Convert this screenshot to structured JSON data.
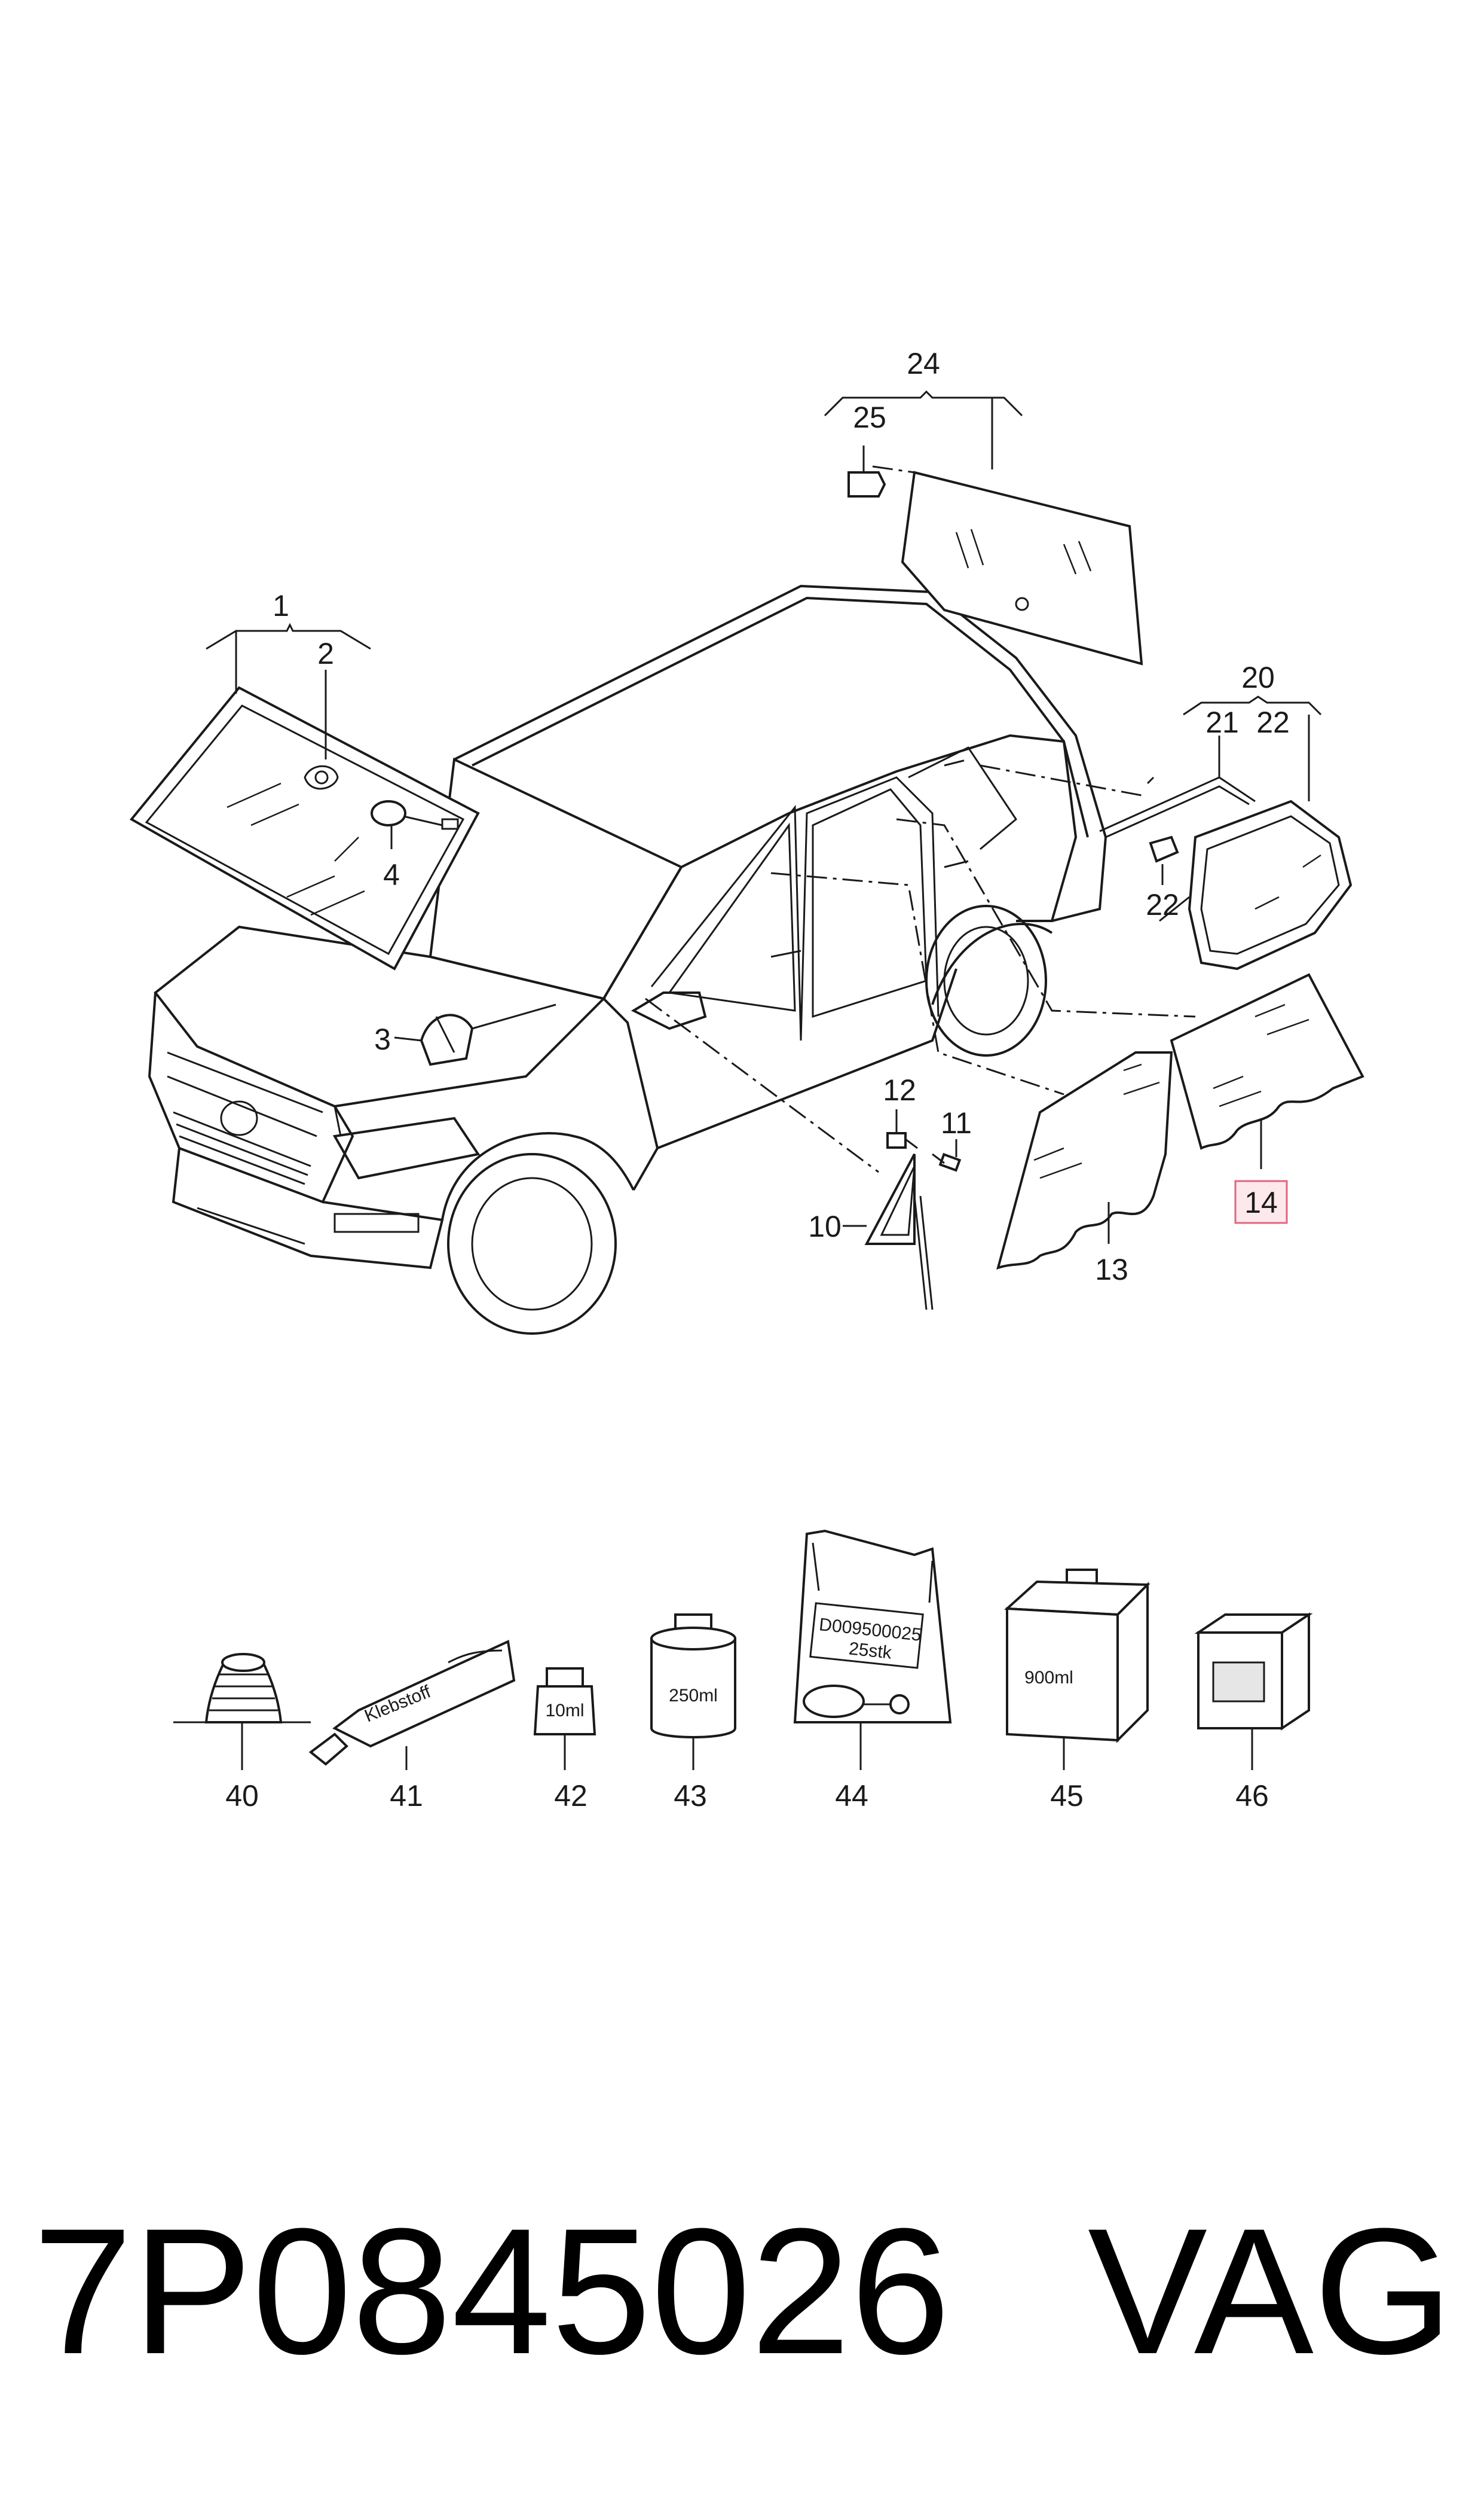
{
  "callouts": {
    "c1": "1",
    "c2": "2",
    "c3": "3",
    "c4": "4",
    "c10": "10",
    "c11": "11",
    "c12": "12",
    "c13": "13",
    "c14": "14",
    "c20": "20",
    "c21": "21",
    "c22a": "22",
    "c22b": "22",
    "c24": "24",
    "c25": "25",
    "c40": "40",
    "c41": "41",
    "c42": "42",
    "c43": "43",
    "c44": "44",
    "c45": "45",
    "c46": "46"
  },
  "highlighted_callout": "14",
  "highlight_color": "#e06680",
  "labels": {
    "tube": "Klebstoff",
    "bottle10": "10ml",
    "can250": "250ml",
    "bag_line1": "D009500025",
    "bag_line2": "25stk",
    "jug900": "900ml"
  },
  "footer": {
    "part_number": "7P0845026",
    "brand": "VAG"
  }
}
